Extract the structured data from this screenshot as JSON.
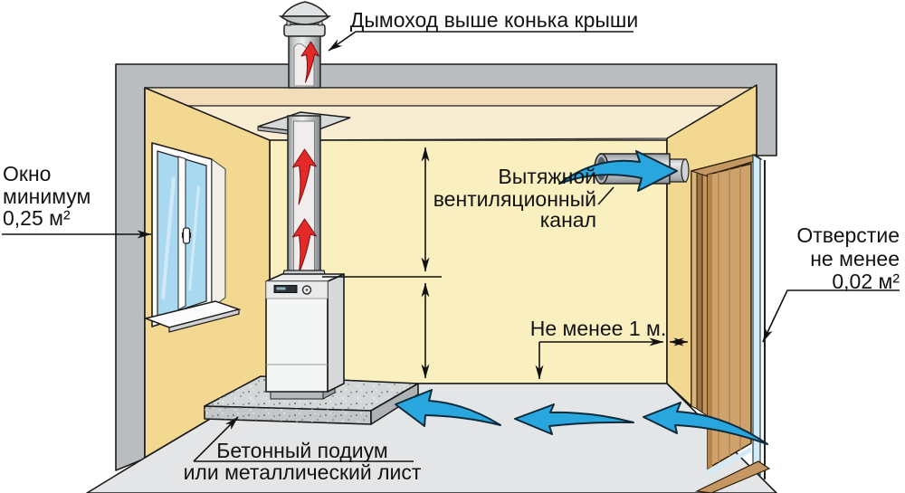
{
  "diagram": {
    "labels": {
      "chimney_above_ridge": "Дымоход выше конька крыши",
      "window": {
        "line1": "Окно",
        "line2": "минимум",
        "line3": "0,25 м²"
      },
      "vent": {
        "line1": "Вытяжной",
        "line2": "вентиляционный",
        "line3": "канал"
      },
      "opening": {
        "line1": "Отверстие",
        "line2": "не менее",
        "line3": "0,02 м²"
      },
      "min_distance": "Не менее 1 м.",
      "podium": {
        "line1": "Бетонный подиум",
        "line2": "или металлический лист"
      }
    },
    "colors": {
      "roof_gray": "#b9bdc0",
      "ceiling_a": "#f2ddb8",
      "ceiling_b": "#f8ecd2",
      "back_wall": "#f9efbf",
      "side_wall": "#f3d892",
      "floor": "#e4e5e7",
      "concrete": "#d3d7d8",
      "flue_red": "#e42a28",
      "air_blue": "#2aa6df",
      "door_brown": "#cda26c",
      "glass_blue": "#a9d8f1",
      "line_black": "#1a1a1a"
    }
  }
}
